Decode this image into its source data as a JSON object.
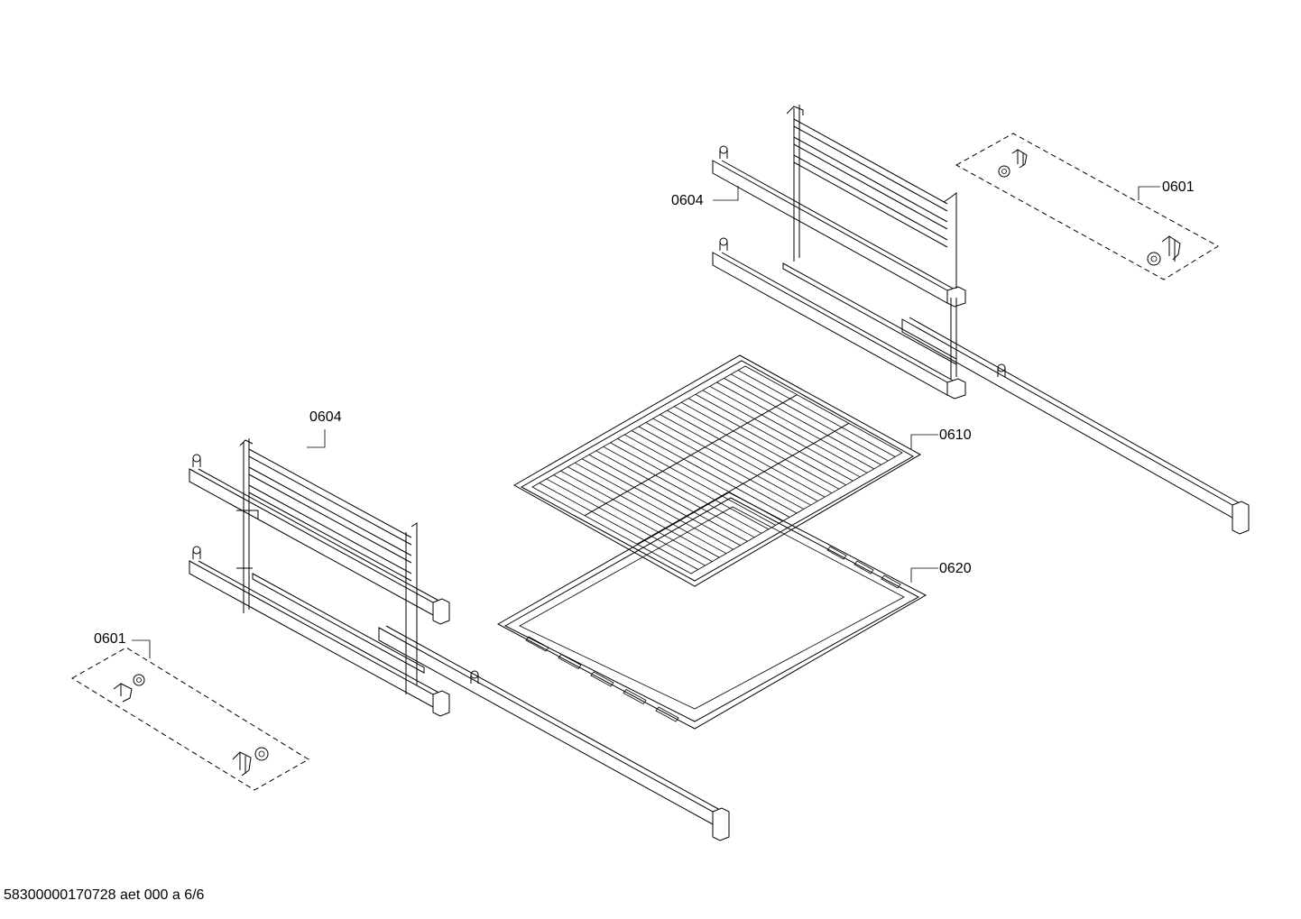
{
  "callouts": {
    "shelf_support_top": "0604",
    "clip_set_top": "0601",
    "shelf_support_left": "0604",
    "wire_rack": "0610",
    "baking_tray": "0620",
    "clip_set_left": "0601"
  },
  "footer": {
    "doc_code": "58300000170728 aet 000 a 6/6"
  }
}
